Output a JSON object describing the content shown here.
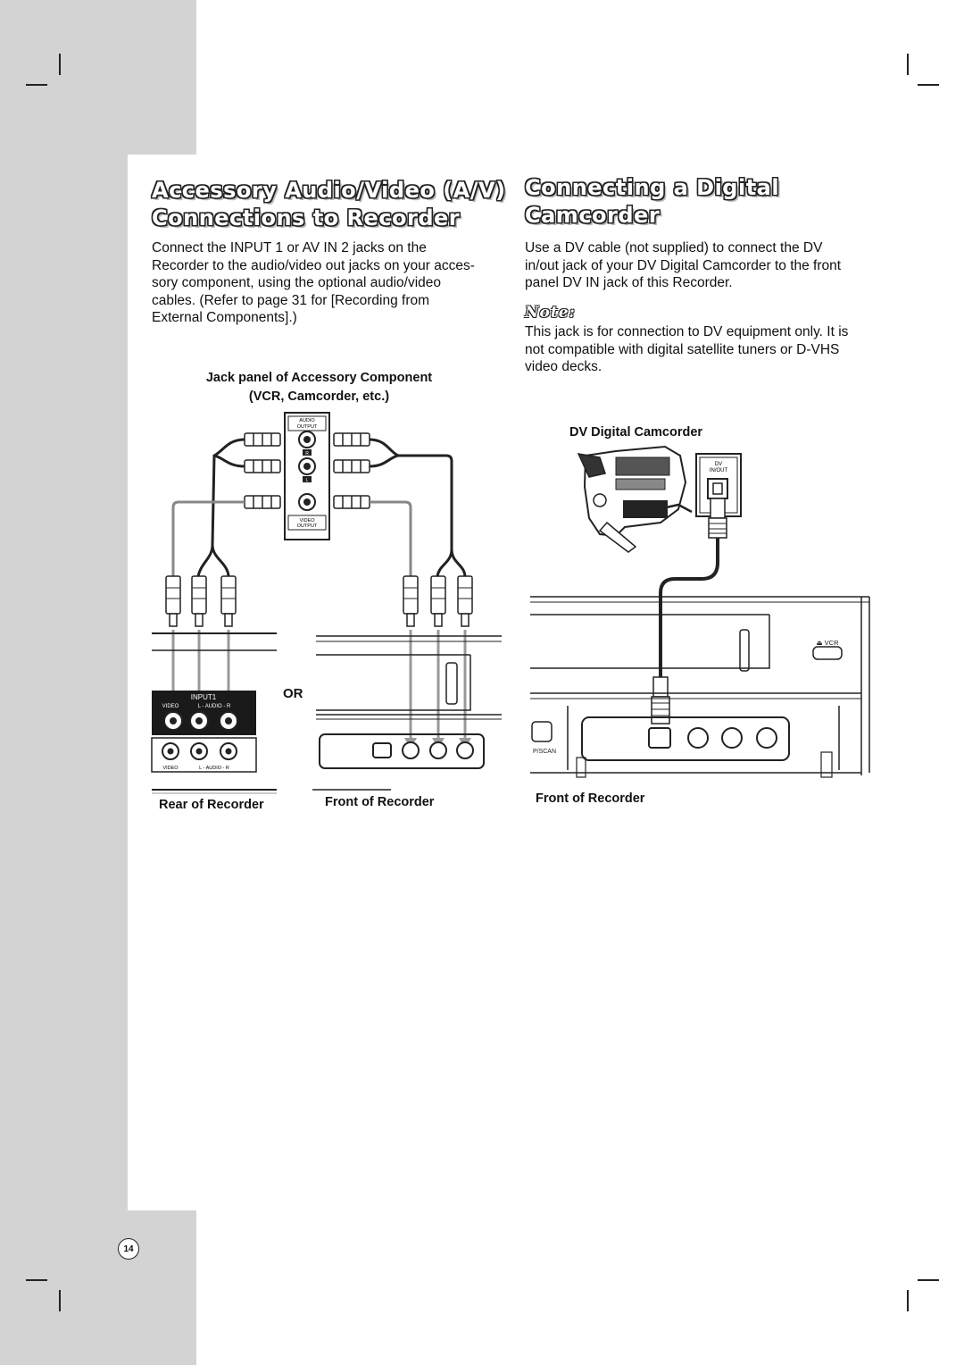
{
  "left_section": {
    "title_line1": "Accessory Audio/Video (A/V)",
    "title_line2": "Connections to Recorder",
    "body": [
      "Connect the INPUT 1 or AV IN 2 jacks on the",
      "Recorder to the audio/video out jacks on your acces-",
      "sory component, using the optional audio/video",
      "cables. (Refer to page 31 for [Recording from",
      "External Components].)"
    ],
    "diagram": {
      "caption_line1": "Jack panel of Accessory Component",
      "caption_line2": "(VCR, Camcorder, etc.)",
      "audio_output_label": [
        "AUDIO",
        "OUTPUT"
      ],
      "video_output_label": [
        "VIDEO",
        "OUTPUT"
      ],
      "channel_r": "R",
      "channel_l": "L",
      "or_label": "OR",
      "input1_label": "INPUT1",
      "video_jack_label": "VIDEO",
      "audio_jack_label": "L - AUDIO - R",
      "rear_label": "Rear of Recorder",
      "front_label": "Front of Recorder"
    }
  },
  "right_section": {
    "title_line1": "Connecting a Digital",
    "title_line2": "Camcorder",
    "body": [
      "Use a DV cable (not supplied) to connect the DV",
      "in/out jack of your DV Digital Camcorder to the front",
      "panel DV IN jack of this Recorder."
    ],
    "note_label": "Note:",
    "note_body": [
      "This jack is for connection to DV equipment only. It is",
      "not compatible with digital satellite tuners or D-VHS",
      "video decks."
    ],
    "diagram": {
      "camcorder_label": "DV Digital Camcorder",
      "dv_label": [
        "DV",
        "IN/OUT"
      ],
      "vcr_button_label": "⏏ VCR",
      "pscan_label": "P/SCAN",
      "front_label": "Front of Recorder"
    }
  },
  "page_number": "14"
}
